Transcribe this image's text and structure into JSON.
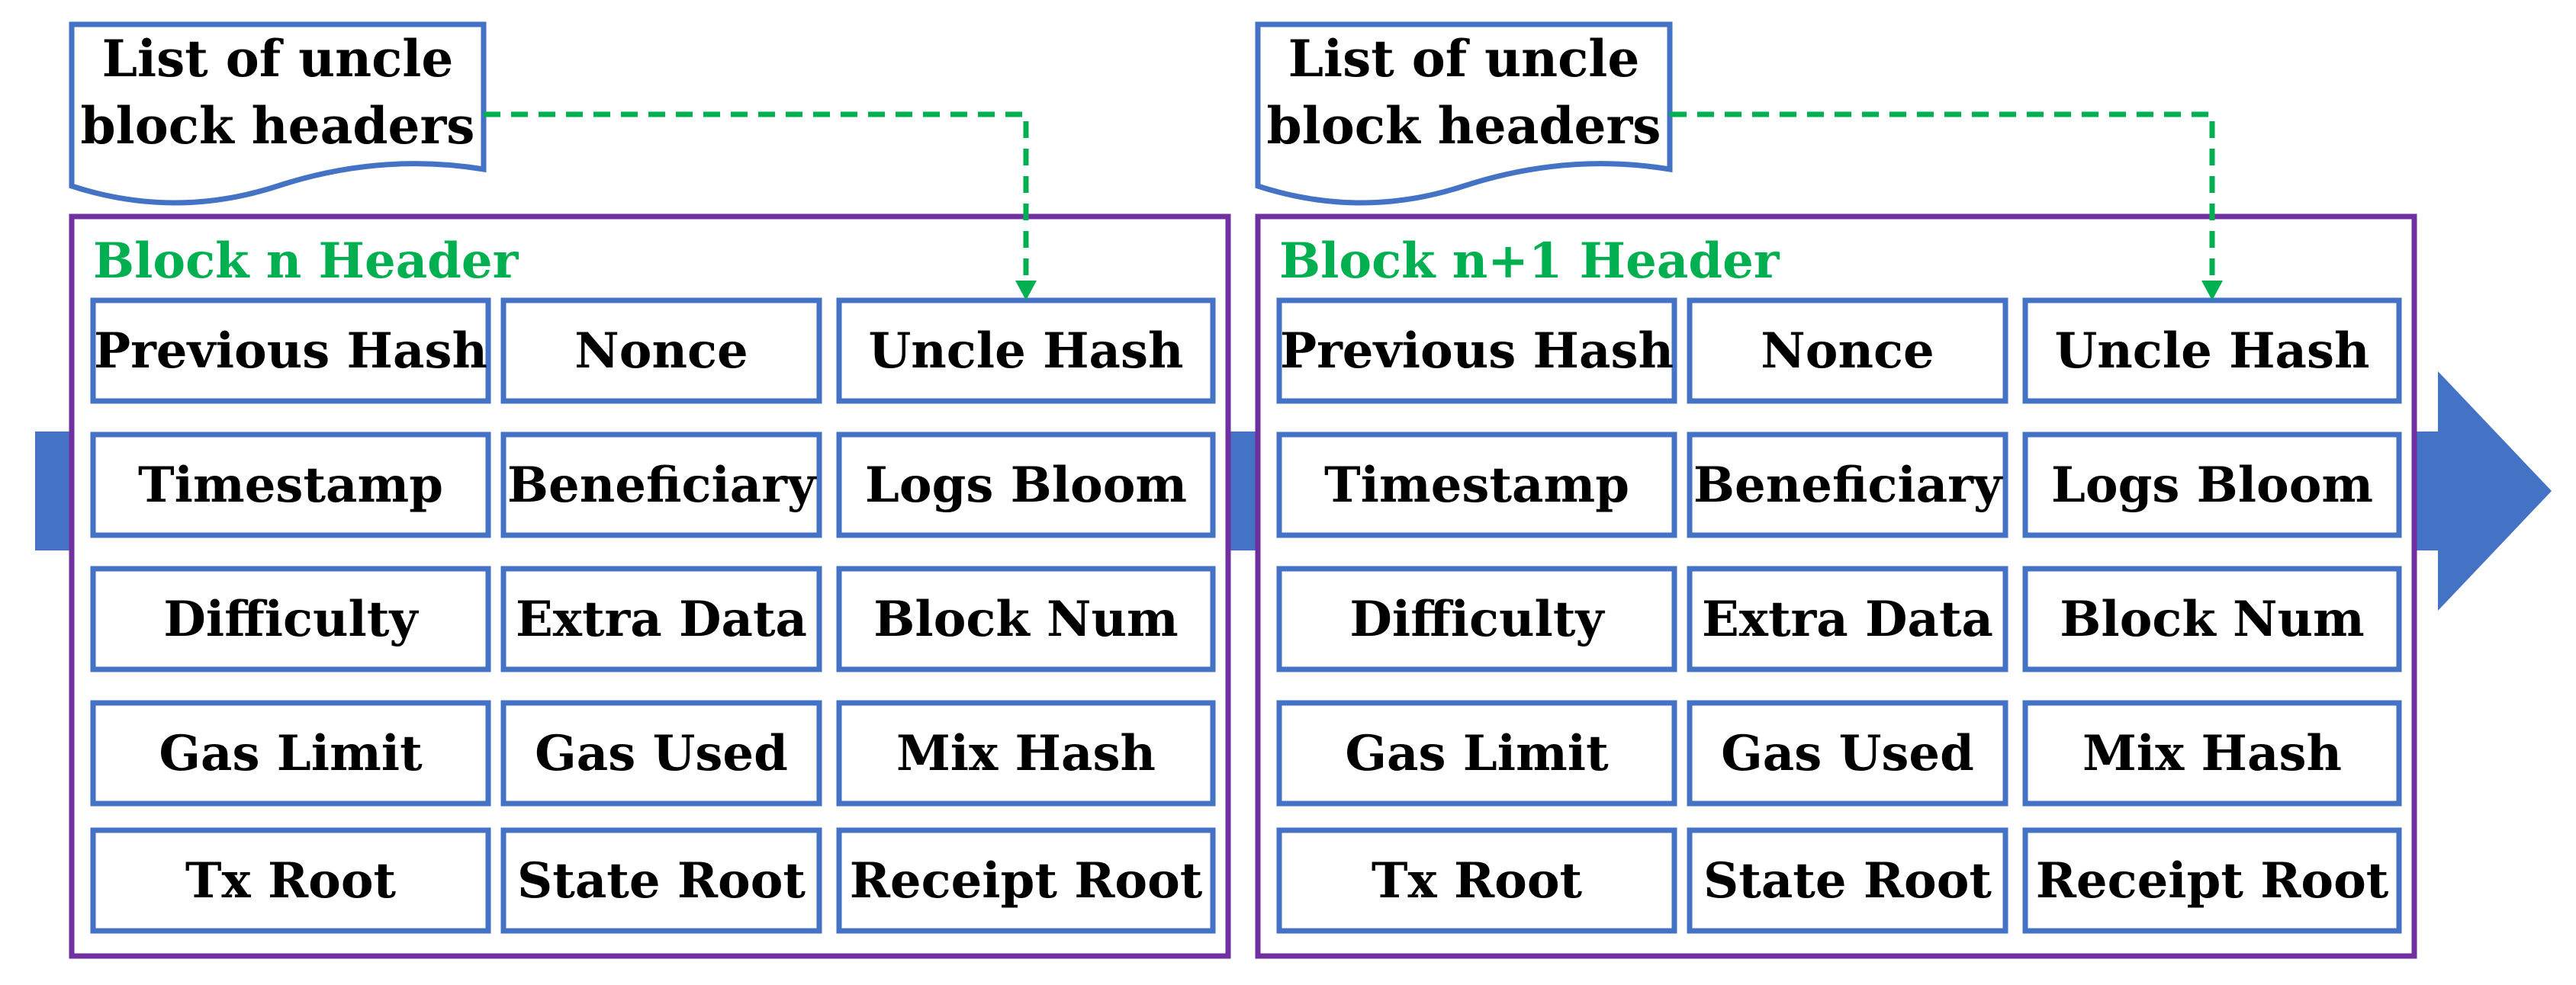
{
  "colors": {
    "arrow": "#4472c4",
    "field_border": "#4472c4",
    "header_border": "#7030a0",
    "header_title": "#00b050",
    "connector": "#00b050"
  },
  "blocks": [
    {
      "title": "Block n Header",
      "uncle_list_lines": [
        "List of uncle",
        "block headers"
      ],
      "fields": [
        [
          "Previous Hash",
          "Nonce",
          "Uncle Hash"
        ],
        [
          "Timestamp",
          "Beneficiary",
          "Logs Bloom"
        ],
        [
          "Difficulty",
          "Extra Data",
          "Block Num"
        ],
        [
          "Gas Limit",
          "Gas Used",
          "Mix Hash"
        ],
        [
          "Tx Root",
          "State Root",
          "Receipt Root"
        ]
      ]
    },
    {
      "title": "Block n+1 Header",
      "uncle_list_lines": [
        "List of uncle",
        "block headers"
      ],
      "fields": [
        [
          "Previous Hash",
          "Nonce",
          "Uncle Hash"
        ],
        [
          "Timestamp",
          "Beneficiary",
          "Logs Bloom"
        ],
        [
          "Difficulty",
          "Extra Data",
          "Block Num"
        ],
        [
          "Gas Limit",
          "Gas Used",
          "Mix Hash"
        ],
        [
          "Tx Root",
          "State Root",
          "Receipt Root"
        ]
      ]
    }
  ]
}
